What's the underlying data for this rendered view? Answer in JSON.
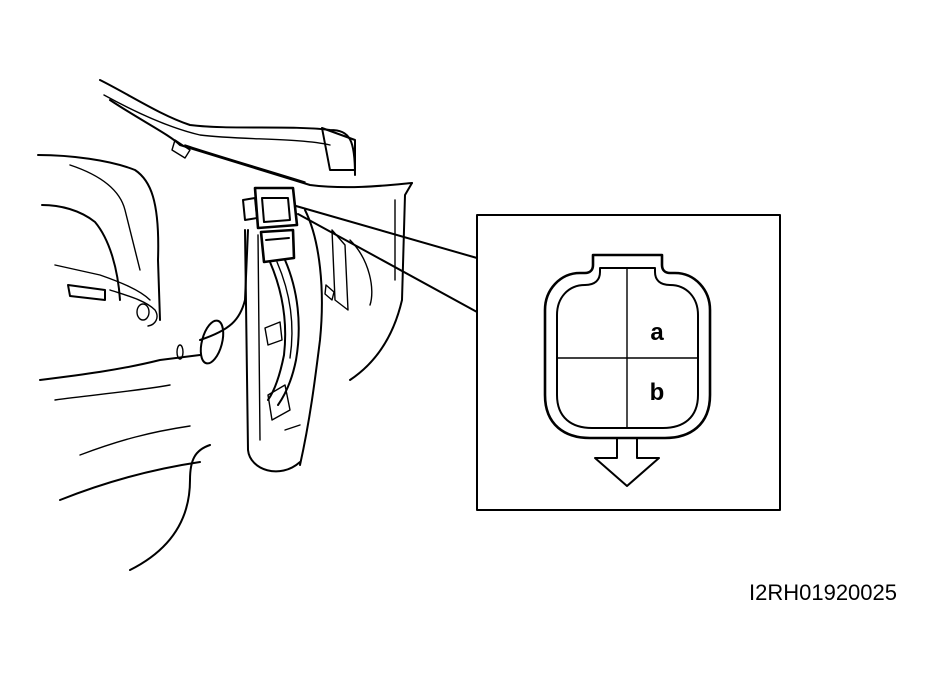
{
  "diagram": {
    "figure_code": "I2RH01920025",
    "terminals": [
      "a",
      "b"
    ]
  },
  "colors": {
    "ink": "#000000",
    "background": "#ffffff"
  }
}
